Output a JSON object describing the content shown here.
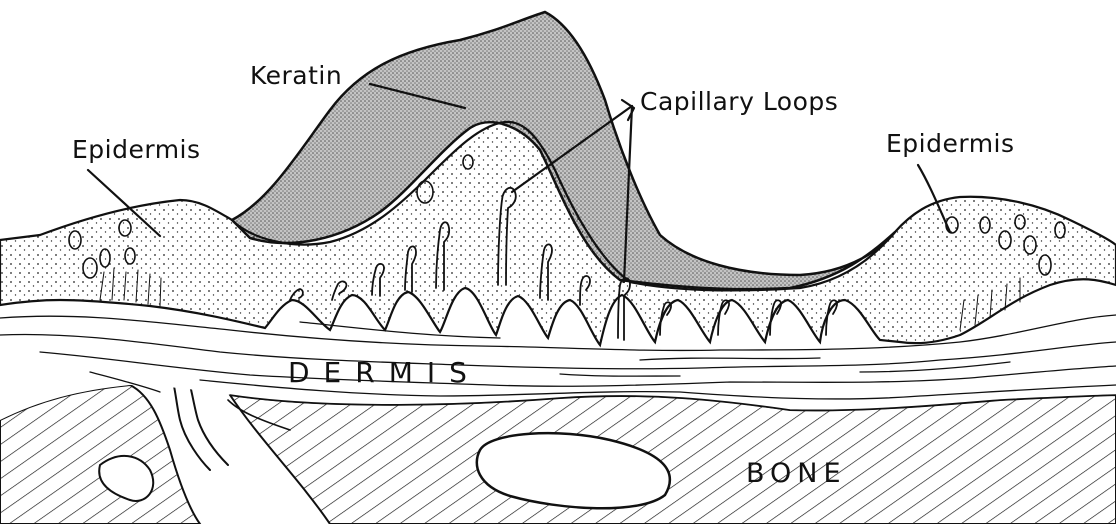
{
  "labels": {
    "keratin": "Keratin",
    "capillary_loops": "Capillary Loops",
    "epidermis_left": "Epidermis",
    "epidermis_right": "Epidermis",
    "dermis": "DERMIS",
    "bone": "BONE"
  },
  "colors": {
    "ink": "#111111",
    "keratin_fill": "#9a9a9a",
    "background": "#ffffff"
  }
}
